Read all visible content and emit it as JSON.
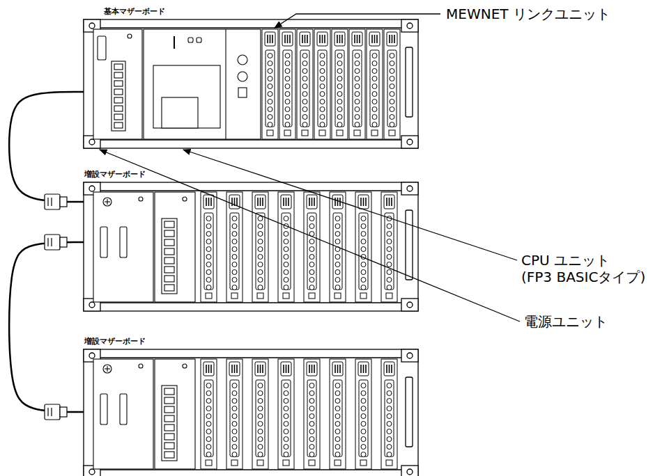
{
  "diagram": {
    "nodes": [
      {
        "text": [
          "基本マザーボード"
        ]
      },
      {
        "text": [
          "増設マザーボード"
        ]
      },
      {
        "text": [
          "増設マザーボード"
        ]
      }
    ],
    "edges": [
      {
        "from": 0,
        "to": 1,
        "arrow": "none"
      },
      {
        "from": 1,
        "to": 2,
        "arrow": "none"
      }
    ],
    "labels": [
      "MEWNET リンクユニット",
      "CPU ユニット (FP3 BASICタイプ)",
      "電源ユニット"
    ]
  }
}
